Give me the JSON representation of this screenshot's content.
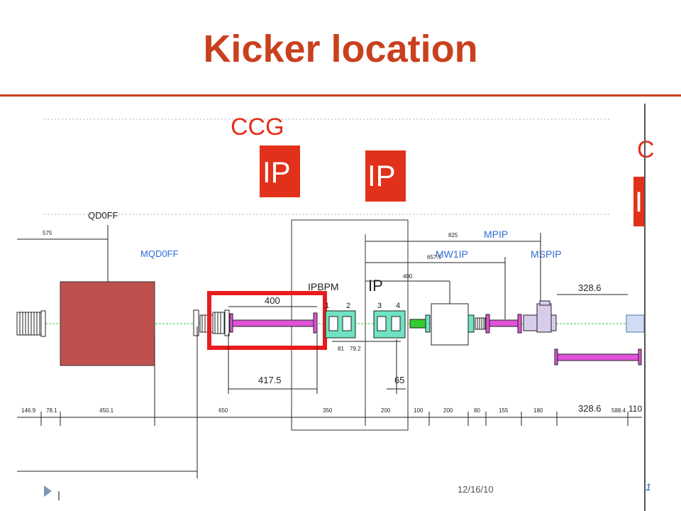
{
  "slide": {
    "title": "Kicker location",
    "date": "12/16/10",
    "page_number": "1"
  },
  "diagram": {
    "labels": {
      "ccg": "CCG",
      "ccg_partial": "C",
      "ip_badge_1": "IP",
      "ip_badge_2": "IP",
      "ip_badge_partial": "I",
      "qd0ff": "QD0FF",
      "mqd0ff": "MQD0FF",
      "mpip": "MPIP",
      "mw1ip": "MW1IP",
      "mspip": "MSPIP",
      "ipbpm": "IPBPM",
      "ip_center": "IP",
      "bpm_1": "1",
      "bpm_2": "2",
      "bpm_3": "3",
      "bpm_4": "4"
    },
    "dimensions": {
      "d575": "575",
      "d825": "825",
      "d657": "657.5",
      "d400_upper": "400",
      "d400_kicker": "400",
      "d328_upper": "328.6",
      "d81": "81",
      "d79": "79.2",
      "d417": "417.5",
      "d65": "65",
      "d328_lower": "328.6",
      "d588": "588.4",
      "d110": "110"
    },
    "bottom_scale": [
      "146.9",
      "78.1",
      "450.1",
      "650",
      "350",
      "200",
      "100",
      "200",
      "80",
      "155",
      "180"
    ],
    "colors": {
      "accent": "#c9401e",
      "ip_badge": "#e2311b",
      "kicker_highlight": "#e81c1c",
      "magnet_block": "#c0504d",
      "pipe": "#e052d8",
      "bpm_block": "#6fe3c3",
      "label_blue": "#2f6bd6",
      "beamline": "#33cc33"
    }
  }
}
